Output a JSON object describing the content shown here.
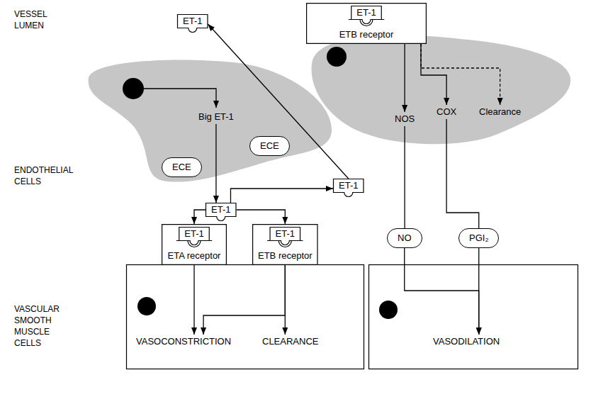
{
  "diagram": {
    "nodes": [
      {
        "text": [
          "ET-1"
        ]
      },
      {
        "text": [
          "ET-1",
          "ETB receptor"
        ]
      },
      {
        "text": [
          "Big ET-1"
        ]
      },
      {
        "text": [
          "NOS"
        ]
      },
      {
        "text": [
          "COX"
        ]
      },
      {
        "text": [
          "Clearance"
        ]
      },
      {
        "text": [
          "ECE"
        ]
      },
      {
        "text": [
          "ECE"
        ]
      },
      {
        "text": [
          "ET-1"
        ]
      },
      {
        "text": [
          "ET-1"
        ]
      },
      {
        "text": [
          "NO"
        ]
      },
      {
        "text": [
          "PGI₂"
        ]
      },
      {
        "text": [
          "ET-1",
          "ETA receptor"
        ]
      },
      {
        "text": [
          "ET-1",
          "ETB receptor"
        ]
      },
      {
        "text": [
          "VASOCONSTRICTION"
        ]
      },
      {
        "text": [
          "CLEARANCE"
        ]
      },
      {
        "text": [
          "VASODILATION"
        ]
      }
    ],
    "edges": [
      {
        "from": 2,
        "to": 9,
        "arrow": "to"
      },
      {
        "from": 9,
        "to": 12,
        "arrow": "to"
      },
      {
        "from": 9,
        "to": 13,
        "arrow": "to"
      },
      {
        "from": 9,
        "to": 8,
        "arrow": "to"
      },
      {
        "from": 8,
        "to": 0,
        "arrow": "to"
      },
      {
        "from": 1,
        "to": 3,
        "arrow": "to"
      },
      {
        "from": 1,
        "to": 4,
        "arrow": "to"
      },
      {
        "from": 1,
        "to": 5,
        "arrow": "to"
      },
      {
        "from": 3,
        "to": 10,
        "arrow": "none"
      },
      {
        "from": 4,
        "to": 11,
        "arrow": "none"
      },
      {
        "from": 10,
        "to": 16,
        "arrow": "to"
      },
      {
        "from": 11,
        "to": 16,
        "arrow": "to"
      },
      {
        "from": 12,
        "to": 14,
        "arrow": "to"
      },
      {
        "from": 13,
        "to": 14,
        "arrow": "to"
      },
      {
        "from": 13,
        "to": 15,
        "arrow": "to"
      }
    ],
    "labels": [
      "VESSEL LUMEN",
      "ENDOTHELIAL CELLS",
      "VASCULAR SMOOTH MUSCLE CELLS"
    ]
  }
}
